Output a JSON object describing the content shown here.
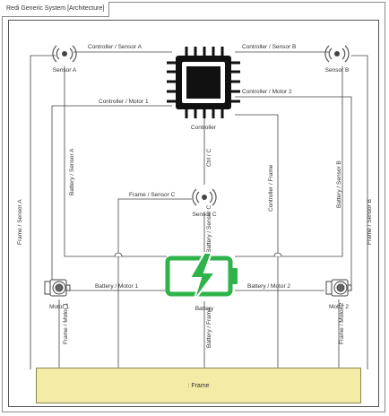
{
  "title": "Redi Generic System [Architecture]",
  "nodes": {
    "controller": "Controller",
    "sensor_a": "Sensor A",
    "sensor_b": "Sensor B",
    "sensor_c": "Sensor C",
    "motor_1": "Motor 1",
    "motor_2": "Motor 2",
    "battery": "Battery",
    "frame": ": Frame"
  },
  "connections": {
    "controller_sensor_a": "Controller / Sensor A",
    "controller_sensor_b": "Controller / Sensor B",
    "controller_motor_1": "Controller / Motor 1",
    "controller_motor_2": "Controller / Motor 2",
    "battery_sensor_a": "Battery / Sensor A",
    "battery_sensor_b": "Battery / Sensor B",
    "frame_sensor_a": "Frame / Sensor A",
    "frame_sensor_b": "Frame / Sensor B",
    "frame_sensor_c": "Frame / Sensor C",
    "ctrl_c": "Ctrl / C",
    "controller_frame": "Controller / Frame",
    "battery_sensor_c": "Battery / Sensor C",
    "battery_motor_1": "Battery / Motor 1",
    "battery_motor_2": "Battery / Motor 2",
    "battery_frame": "Battery / Frame",
    "frame_motor_1": "Frame / Motor 1",
    "frame_motor_2": "Frame / Motor 2"
  },
  "colors": {
    "battery": "#2fb34a",
    "frame_fill": "#f4eca6",
    "chip": "#111111"
  },
  "icons": {
    "sensor": "sensor-icon",
    "chip": "chip-icon",
    "motor": "motor-icon",
    "battery": "battery-charging-icon"
  }
}
